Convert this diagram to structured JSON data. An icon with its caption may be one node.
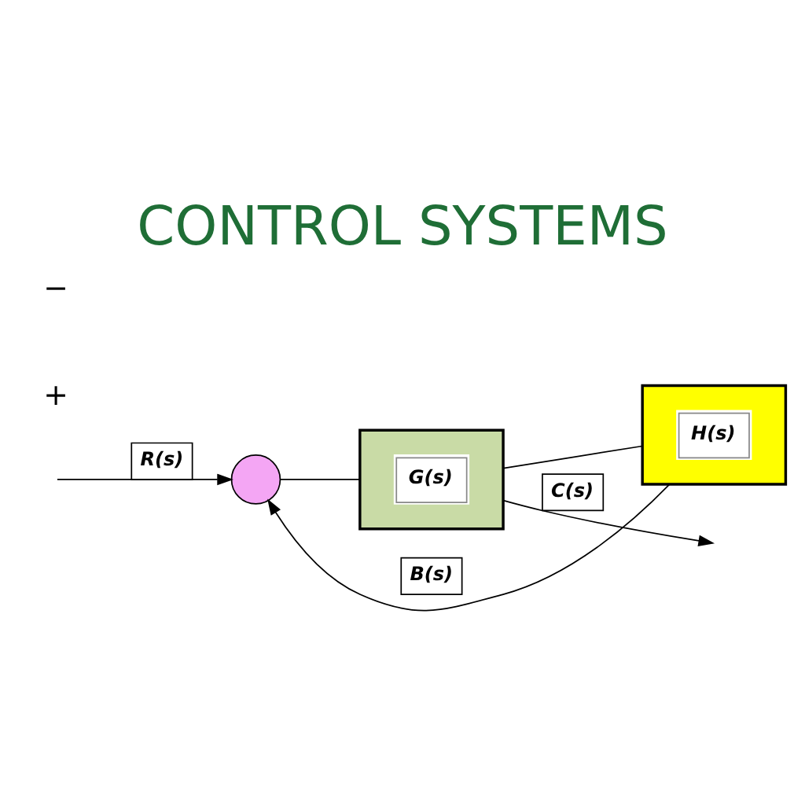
{
  "diagram": {
    "title": "CONTROL SYSTEMS",
    "nodes": [
      {
        "text": [],
        "shape": "circle"
      },
      {
        "text": [
          "G(s)"
        ]
      },
      {
        "text": [
          "H(s)"
        ]
      }
    ],
    "edges": [
      {
        "from": null,
        "to": 0,
        "arrow": "to",
        "label": "R(s)"
      },
      {
        "from": 0,
        "to": 1,
        "arrow": "none"
      },
      {
        "from": 1,
        "to": null,
        "arrow": "to",
        "label": "C(s)"
      },
      {
        "from": 1,
        "to": 2,
        "arrow": "none"
      },
      {
        "from": 2,
        "to": 0,
        "arrow": "to",
        "label": "B(s)"
      }
    ],
    "labels": [
      "+",
      "−"
    ]
  }
}
